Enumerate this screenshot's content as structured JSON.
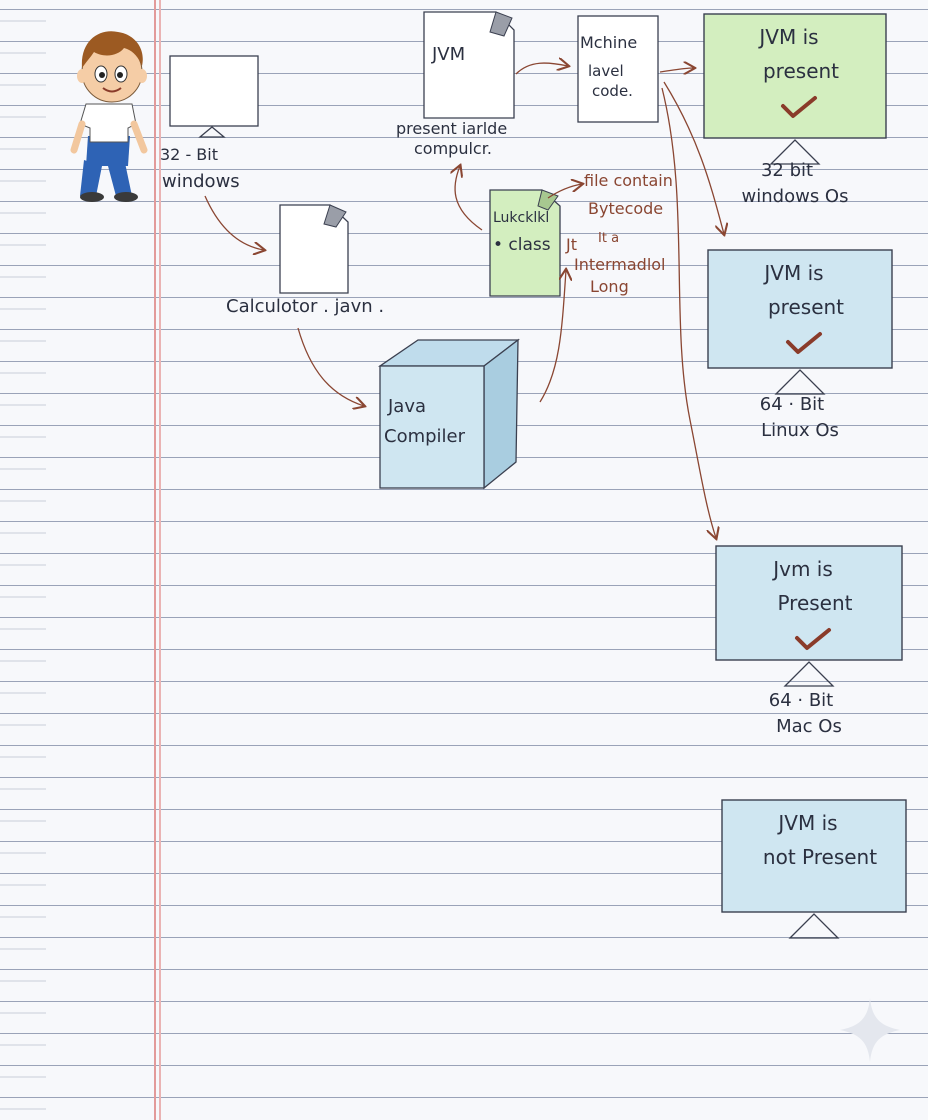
{
  "student": {
    "caption_line1": "32 - Bit",
    "caption_line2": "windows"
  },
  "source_file": {
    "name": "Calculotor . javn ."
  },
  "compiler": {
    "line1": "Java",
    "line2": "Compiler"
  },
  "class_file": {
    "line1": "Lukcklkl",
    "line2": "• class",
    "marker": "Jt"
  },
  "class_note": {
    "line1": "file contain",
    "line2": "Bytecode",
    "line3": "It a",
    "line4": "Intermadlol",
    "line5": "Long"
  },
  "jvm_doc": {
    "label": "JVM",
    "caption_line1": "present iarlde",
    "caption_line2": "compulcr."
  },
  "machine_code": {
    "line1": "Mchine",
    "line2": "lavel",
    "line3": "code."
  },
  "computers": [
    {
      "line1": "JVM  is",
      "line2": "present",
      "checked": true,
      "color": "#d3eebf",
      "caption_line1": "32  bit",
      "caption_line2": "windows  Os"
    },
    {
      "line1": "JVM  is",
      "line2": "present",
      "checked": true,
      "color": "#cfe6f1",
      "caption_line1": "64 · Bit",
      "caption_line2": "Linux  Os"
    },
    {
      "line1": "Jvm  is",
      "line2": "Present",
      "checked": true,
      "color": "#cfe6f1",
      "caption_line1": "64 · Bit",
      "caption_line2": "Mac  Os"
    },
    {
      "line1": "JVM  is",
      "line2": "not  Present",
      "checked": false,
      "color": "#cfe6f1",
      "caption_line1": "",
      "caption_line2": ""
    }
  ],
  "colors": {
    "ink": "#2b3040",
    "arrow": "#8a4632",
    "green_fill": "#d3eebf",
    "blue_fill": "#cfe6f1",
    "margin": "#e29a9a"
  },
  "icons": [
    "cartoon-boy",
    "monitor",
    "document",
    "cube",
    "checkmark",
    "sparkle"
  ]
}
